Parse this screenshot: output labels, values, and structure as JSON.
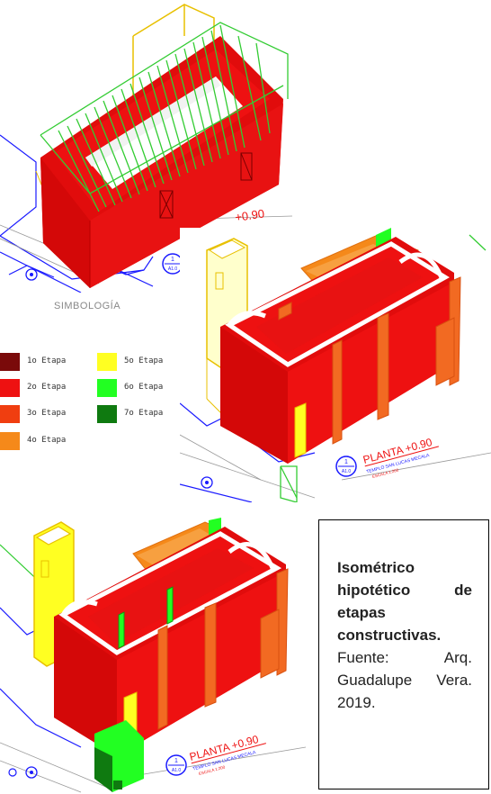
{
  "colors": {
    "stage1": "#7a0a0a",
    "stage2": "#ee1111",
    "stage3": "#f03e10",
    "stage4": "#f5891a",
    "stage5": "#ffff22",
    "stage6": "#22ff22",
    "stage7": "#0f7a10",
    "wall_red": "#e10c0c",
    "cad_blue": "#1a1aff",
    "cad_yellow": "#e8c000",
    "cad_green": "#33cc33"
  },
  "legend": {
    "title": "SIMBOLOGÍA",
    "items": [
      {
        "label": "1o Etapa",
        "color": "#7a0a0a"
      },
      {
        "label": "2o Etapa",
        "color": "#ee1111"
      },
      {
        "label": "3o Etapa",
        "color": "#f03e10"
      },
      {
        "label": "4o Etapa",
        "color": "#f5891a"
      },
      {
        "label": "5o Etapa",
        "color": "#ffff22"
      },
      {
        "label": "6o Etapa",
        "color": "#22ff22"
      },
      {
        "label": "7o Etapa",
        "color": "#0f7a10"
      }
    ]
  },
  "drawings": {
    "top": {
      "planta": "+0.90",
      "scale_top": "1",
      "scale_bottom": "A1.0"
    },
    "mid": {
      "planta_label": "PLANTA +0.90",
      "subtitle": "TEMPLO SAN LUCAS MECALA",
      "scale_text": "ESCALA 1:200",
      "scale_top": "1",
      "scale_bottom": "A1.0"
    },
    "bot": {
      "planta_label": "PLANTA +0.90",
      "subtitle": "TEMPLO SAN LUCAS MECALA",
      "scale_text": "ESCALA 1:200",
      "scale_top": "1",
      "scale_bottom": "A1.0"
    }
  },
  "caption": {
    "title": "Isométrico hipotético de etapas constructivas.",
    "body": "Fuente: Arq. Guadalupe Vera. 2019."
  }
}
